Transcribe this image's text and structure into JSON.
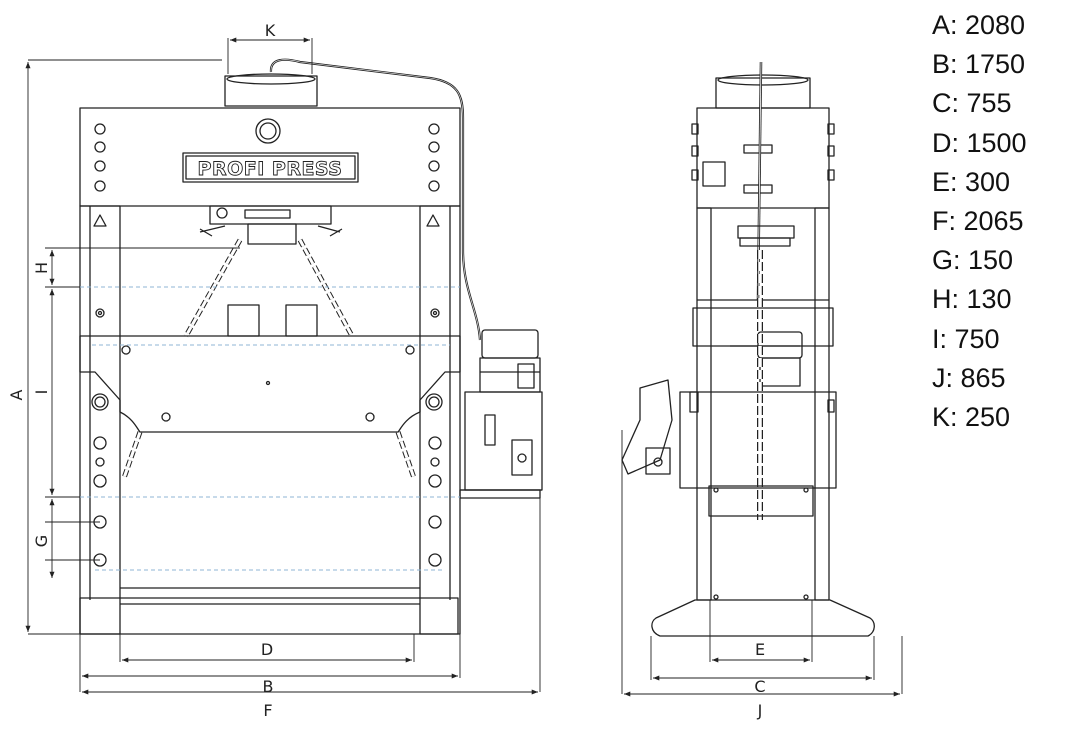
{
  "brand_plate": "PROFI PRESS",
  "labels": {
    "front": {
      "A": "A",
      "B": "B",
      "D": "D",
      "F": "F",
      "G": "G",
      "H": "H",
      "I": "I",
      "K": "K"
    },
    "side": {
      "C": "C",
      "E": "E",
      "J": "J"
    }
  },
  "dimensions": [
    {
      "key": "A",
      "text": "A: 2080",
      "value": 2080
    },
    {
      "key": "B",
      "text": "B: 1750",
      "value": 1750
    },
    {
      "key": "C",
      "text": "C: 755",
      "value": 755
    },
    {
      "key": "D",
      "text": "D: 1500",
      "value": 1500
    },
    {
      "key": "E",
      "text": "E: 300",
      "value": 300
    },
    {
      "key": "F",
      "text": "F: 2065",
      "value": 2065
    },
    {
      "key": "G",
      "text": "G: 150",
      "value": 150
    },
    {
      "key": "H",
      "text": "H: 130",
      "value": 130
    },
    {
      "key": "I",
      "text": "I: 750",
      "value": 750
    },
    {
      "key": "J",
      "text": "J: 865",
      "value": 865
    },
    {
      "key": "K",
      "text": "K: 250",
      "value": 250
    }
  ],
  "colors": {
    "line": "#222222",
    "hidden_line": "#8fb6d6"
  }
}
